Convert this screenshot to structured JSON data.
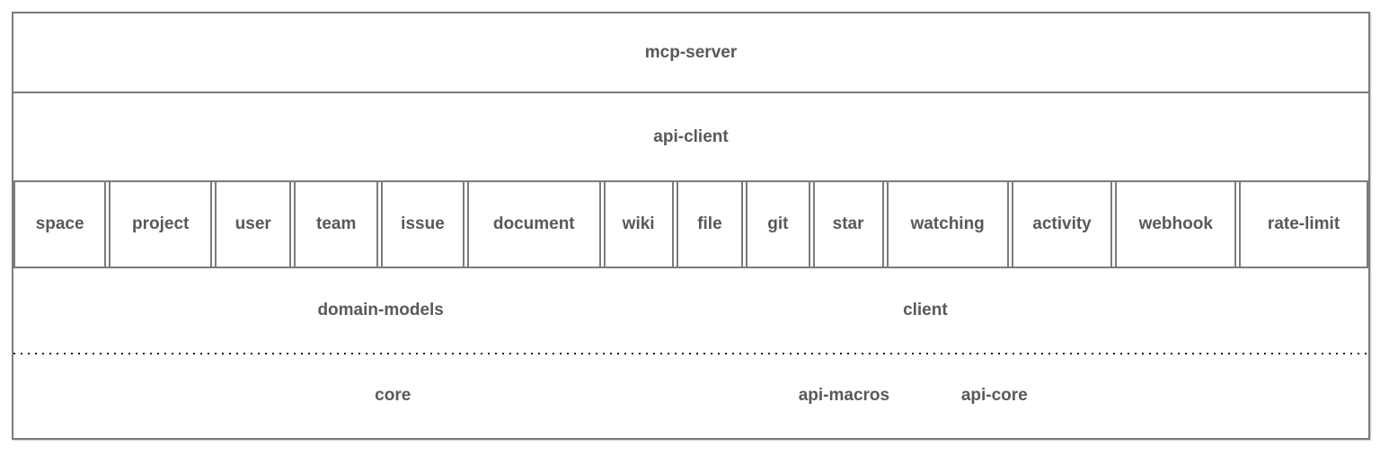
{
  "diagram": {
    "layers": {
      "mcp_server": "mcp-server",
      "api_client": "api-client",
      "modules": [
        "space",
        "project",
        "user",
        "team",
        "issue",
        "document",
        "wiki",
        "file",
        "git",
        "star",
        "watching",
        "activity",
        "webhook",
        "rate-limit"
      ],
      "bottom_upper": {
        "domain_models": "domain-models",
        "client": "client"
      },
      "bottom_lower": {
        "core": "core",
        "api_macros": "api-macros",
        "api_core": "api-core"
      }
    },
    "colors": {
      "border": "#7b7b7b",
      "text": "#595959",
      "dotted_separator": "#1c1c1c",
      "background": "#ffffff"
    }
  }
}
